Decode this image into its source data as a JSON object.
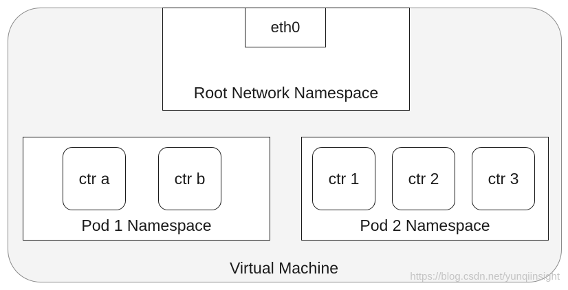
{
  "diagram": {
    "vm_label": "Virtual Machine",
    "root_namespace": {
      "label": "Root Network Namespace",
      "interface": "eth0"
    },
    "pods": [
      {
        "label": "Pod 1 Namespace",
        "containers": [
          "ctr a",
          "ctr b"
        ]
      },
      {
        "label": "Pod 2 Namespace",
        "containers": [
          "ctr 1",
          "ctr 2",
          "ctr 3"
        ]
      }
    ]
  },
  "watermark": "https://blog.csdn.net/yunqiinsight"
}
